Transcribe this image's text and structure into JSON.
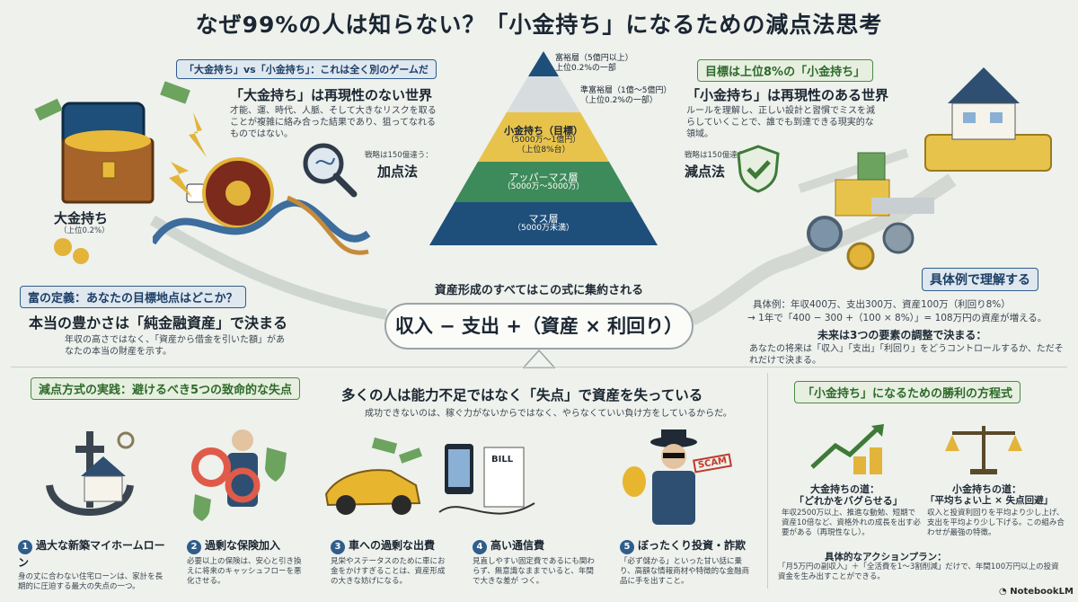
{
  "title": "なぜ99%の人は知らない？「小金持ち」になるための減点法思考",
  "left_top": {
    "pill": "「大金持ち」vs「小金持ち」：これは全く別のゲームだ",
    "heading": "「大金持ち」は再現性のない世界",
    "desc": "才能、運、時代、人脈、そして大きなリスクを取ることが複雑に絡み合った結果であり、狙ってなれるものではない。",
    "method_caption": "戦略は150億達う：",
    "method": "加点法",
    "label": "大金持ち",
    "label_sub": "（上位0.2%）"
  },
  "pyramid": {
    "tiers": [
      {
        "name": "富裕層",
        "range": "（5億円以上）",
        "share": "上位0.2%の一部"
      },
      {
        "name": "準富裕層",
        "range": "（1億〜5億円）",
        "share": "（上位0.2%の一部）"
      },
      {
        "name": "小金持ち（目標）",
        "range": "（5000万〜1億円）",
        "share": "（上位8%台）"
      },
      {
        "name": "アッパーマス層",
        "range": "（5000万〜5000万）",
        "share": ""
      },
      {
        "name": "マス層",
        "range": "（5000万未満）",
        "share": ""
      }
    ]
  },
  "right_top": {
    "pill": "目標は上位8%の「小金持ち」",
    "heading": "「小金持ち」は再現性のある世界",
    "desc": "ルールを理解し、正しい設計と習慣でミスを減らしていくことで、誰でも到達できる現実的な領域。",
    "method_caption": "戦略は150億達う：",
    "method": "減点法"
  },
  "definition": {
    "pill": "富の定義：あなたの目標地点はどこか？",
    "heading": "本当の豊かさは「純金融資産」で決まる",
    "desc": "年収の高さではなく、「資産から借金を引いた額」があなたの本当の財産を示す。"
  },
  "formula": {
    "caption": "資産形成のすべてはこの式に集約される",
    "text": "収入 − 支出 +（資産 × 利回り）"
  },
  "example": {
    "pill": "具体例で理解する",
    "line1": "具体例：年収400万、支出300万、資産100万（利回り8%）",
    "line2": "→ 1年で「400 − 300 +（100 × 8%）」= 108万円の資産が増える。",
    "sub_heading": "未来は3つの要素の調整で決まる：",
    "sub_desc": "あなたの将来は「収入」「支出」「利回り」をどうコントロールするか、ただそれだけで決まる。"
  },
  "mistakes": {
    "pill": "減点方式の実践：避けるべき5つの致命的な失点",
    "heading": "多くの人は能力不足ではなく「失点」で資産を失っている",
    "desc": "成功できないのは、稼ぐ力がないからではなく、やらなくていい負け方をしているからだ。",
    "items": [
      {
        "num": "1",
        "title": "過大な新築マイホームローン",
        "desc": "身の丈に合わない住宅ローンは、家計を長期的に圧迫する最大の失点の一つ。"
      },
      {
        "num": "2",
        "title": "過剰な保険加入",
        "desc": "必要以上の保険は、安心と引き換えに将来のキャッシュフローを悪化させる。"
      },
      {
        "num": "3",
        "title": "車への過剰な出費",
        "desc": "見栄やステータスのために車にお金をかけすぎることは、資産形成の大きな妨げになる。"
      },
      {
        "num": "4",
        "title": "高い通信費",
        "desc": "見直しやすい固定費であるにも関わらず、無意識なままでいると、年間で大きな差が つく。"
      },
      {
        "num": "5",
        "title": "ぼったくり投資・詐欺",
        "desc": "「必ず儲かる」といった甘い話に乗り、高額な情報商材や特徴的な金融商品に手を出すこと。"
      }
    ],
    "bill_label": "BILL",
    "scam_label": "SCAM"
  },
  "victory": {
    "pill": "「小金持ち」になるための勝利の方程式",
    "rich_title": "大金持ちの道：",
    "rich_sub": "「どれかをバグらせる」",
    "rich_desc": "年収2500万以上、推進な動勉、短期で資産10倍など、資格外れの成長を出す必要がある（再現性なし）。",
    "small_title": "小金持ちの道：",
    "small_sub": "「平均ちょい上 × 失点回避」",
    "small_desc": "収入と投資利回りを平均より少し上げ、支出を平均より少し下げる。この組み合わせが最強の特徴。",
    "action_title": "具体的なアクションプラン：",
    "action_desc": "「月5万円の副収入」＋「全活費を1〜3割削減」だけで、年間100万円以上の投資資金を生み出すことができる。"
  },
  "brand": "NotebookLM",
  "colors": {
    "navy": "#2f5d8c",
    "green": "#4f8a43",
    "gold": "#e2b43a"
  }
}
